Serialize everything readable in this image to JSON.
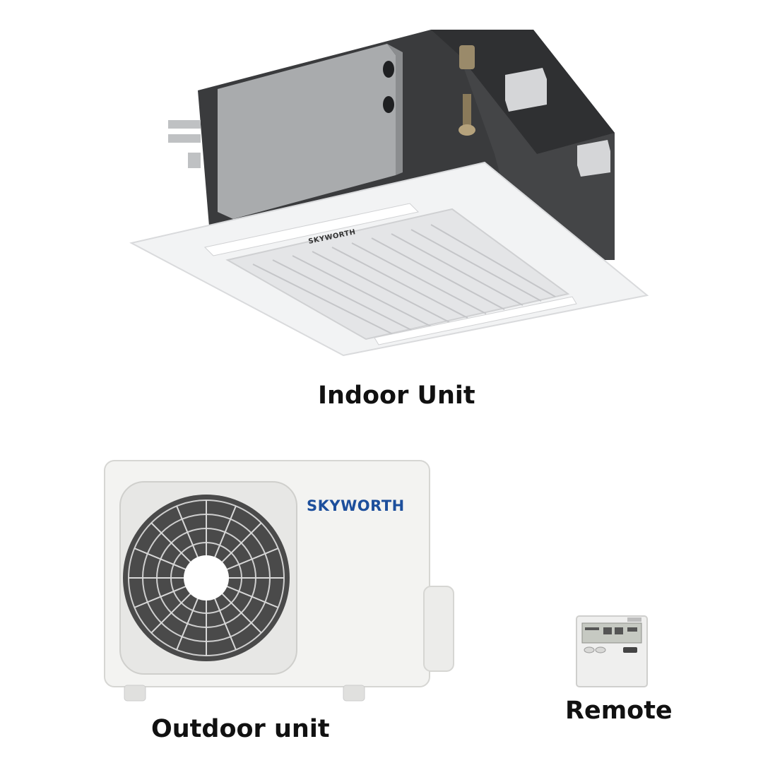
{
  "captions": {
    "indoor": "Indoor Unit",
    "outdoor": "Outdoor unit",
    "remote": "Remote"
  },
  "brand": {
    "name": "SKYWORTH",
    "color": "#1d4f9c"
  },
  "icons": {
    "indoor": "ceiling-cassette-air-conditioner",
    "outdoor": "outdoor-condenser-unit",
    "remote": "wall-mounted-remote-controller"
  },
  "colors": {
    "background": "#ffffff",
    "caption_text": "#111111",
    "indoor_housing": "#3a3b3d",
    "panel": "#f2f3f4",
    "outdoor_body": "#f3f3f1"
  }
}
